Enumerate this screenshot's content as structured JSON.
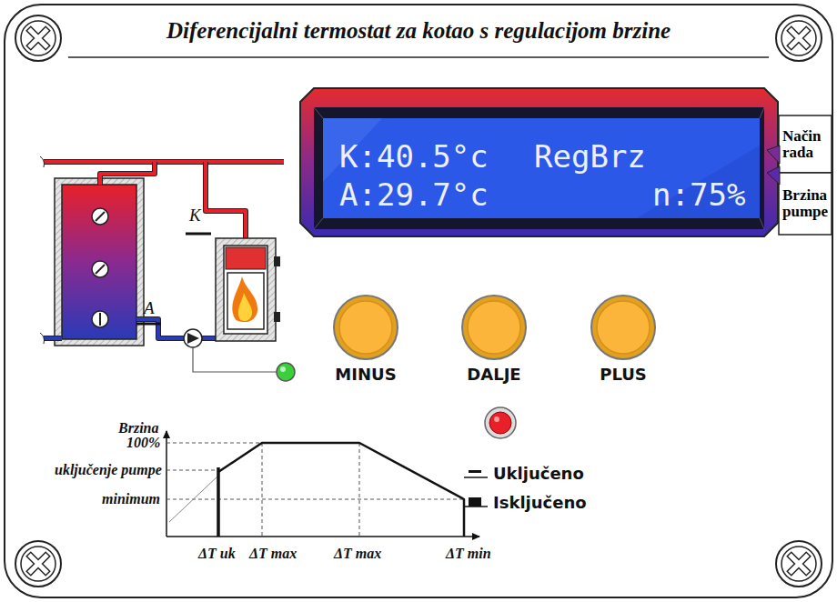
{
  "diagram": {
    "title": "Diferencijalni termostat za kotao s regulacijom brzine",
    "nodes": [
      {
        "text": [
          "K:40.5°c",
          "RegBrz",
          "A:29.7°c",
          "n:75%"
        ]
      },
      {
        "text": [
          "Način rada"
        ]
      },
      {
        "text": [
          "Brzina pumpe"
        ]
      },
      {
        "text": [
          "MINUS"
        ]
      },
      {
        "text": [
          "DALJE"
        ]
      },
      {
        "text": [
          "PLUS"
        ]
      }
    ],
    "labels": [
      "K",
      "A",
      "Brzina",
      "100%",
      "uključenje pumpe",
      "minimum",
      "ΔT uk",
      "ΔT max",
      "ΔT max",
      "ΔT min"
    ],
    "legend": [
      {
        "text": "Uključeno"
      },
      {
        "text": "Isključeno"
      }
    ]
  }
}
